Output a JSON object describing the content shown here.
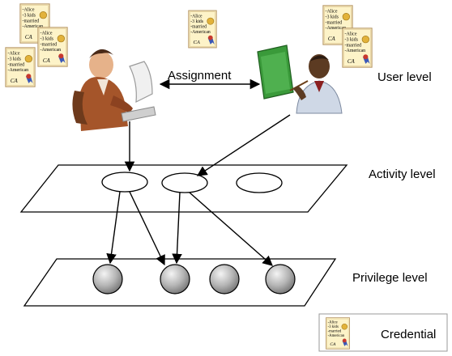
{
  "labels": {
    "user_level": "User level",
    "activity_level": "Activity level",
    "privilege_level": "Privilege level",
    "assignment": "Assignment",
    "legend_credential": "Credential"
  },
  "credential_lines": [
    "-Alice",
    "-3 kids",
    "-married",
    "-American"
  ],
  "credential_mark": "CA",
  "colors": {
    "paper": "#fdf3c8",
    "paper_border": "#b99a6a",
    "seal": "#e2b23a",
    "ribbon": "#3a58b8",
    "board": "#3a9a3a",
    "sphere_dark": "#6e6e6e",
    "sphere_light": "#f4f4f4"
  },
  "icons": {
    "user_left": "person-at-computer-icon",
    "user_right": "presenter-with-board-icon",
    "credential": "certificate-icon",
    "privilege": "sphere-icon"
  }
}
